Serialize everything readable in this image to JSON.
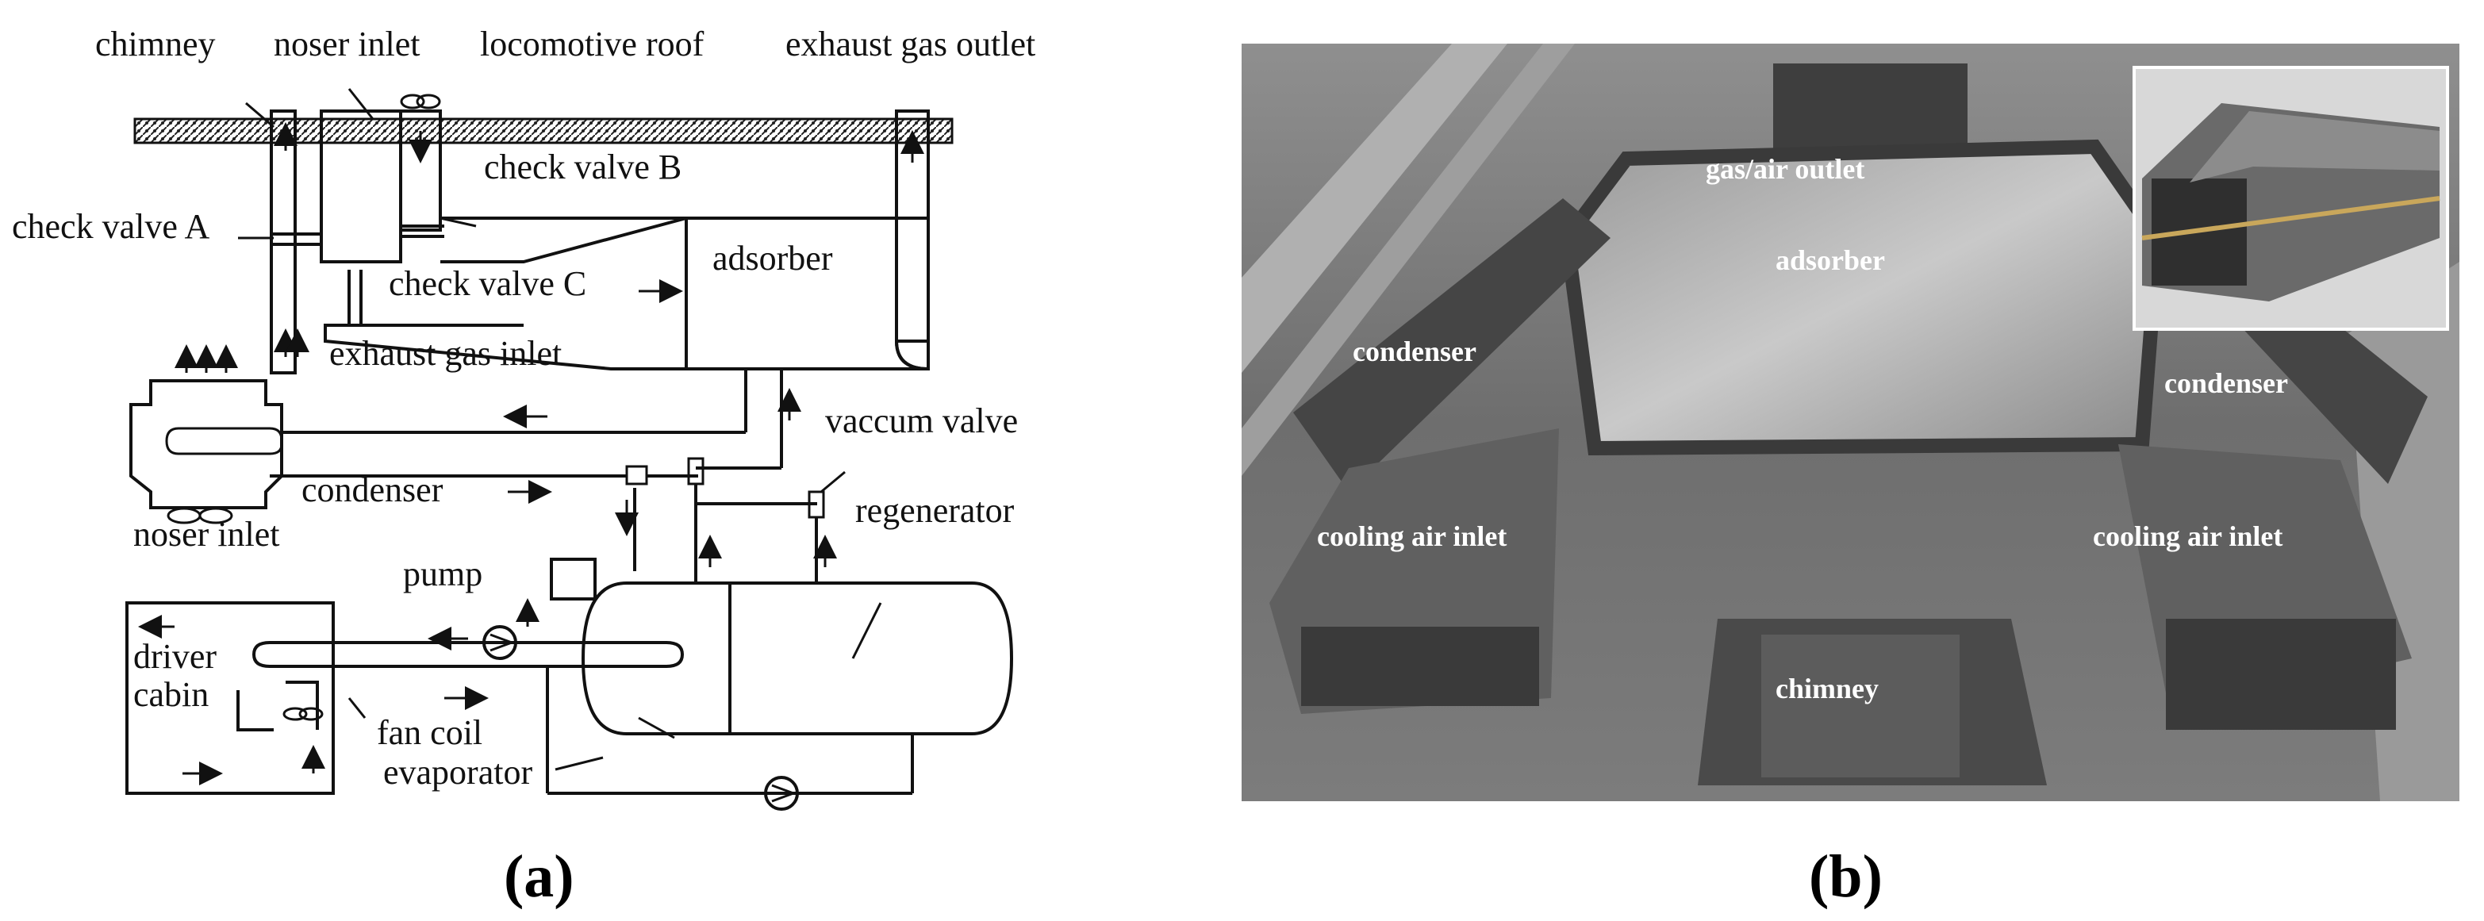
{
  "panel_a": {
    "caption": "(a)",
    "labels": {
      "chimney": "chimney",
      "noser_inlet_top": "noser inlet",
      "locomotive_roof": "locomotive roof",
      "exhaust_gas_outlet": "exhaust gas outlet",
      "check_valve_b": "check valve B",
      "check_valve_a": "check valve A",
      "adsorber": "adsorber",
      "check_valve_c": "check valve C",
      "exhaust_gas_inlet": "exhaust gas inlet",
      "vaccum_valve": "vaccum valve",
      "condenser": "condenser",
      "regenerator": "regenerator",
      "noser_inlet_bottom": "noser inlet",
      "pump": "pump",
      "driver": "driver",
      "cabin": "cabin",
      "fan_coil": "fan coil",
      "evaporator": "evaporator"
    }
  },
  "panel_b": {
    "caption": "(b)",
    "labels": {
      "gas_air_outlet": "gas/air outlet",
      "adsorber": "adsorber",
      "condenser_left": "condenser",
      "condenser_right": "condenser",
      "cooling_air_inlet_left": "cooling air inlet",
      "cooling_air_inlet_right": "cooling air inlet",
      "chimney": "chimney"
    }
  },
  "colors": {
    "line": "#111111",
    "photo_dark": "#3a3a3a",
    "photo_mid": "#6b6b6b",
    "photo_light": "#a8a8a8"
  }
}
